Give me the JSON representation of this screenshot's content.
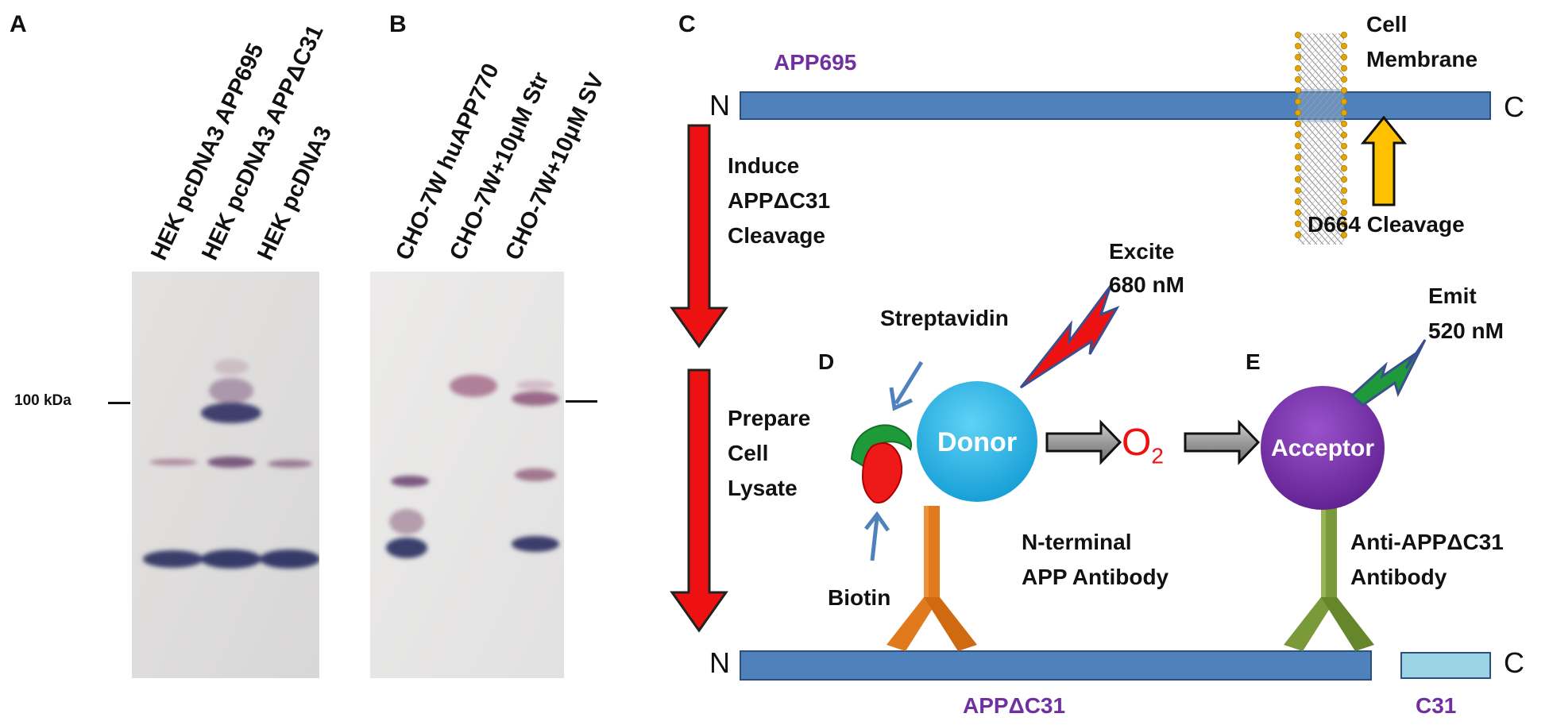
{
  "panels": {
    "a": "A",
    "b": "B",
    "c": "C",
    "d": "D",
    "e": "E"
  },
  "blot_a": {
    "lanes": [
      "HEK pcDNA3 APP695",
      "HEK pcDNA3 APPΔC31",
      "HEK pcDNA3"
    ],
    "marker": "100 kDa"
  },
  "blot_b": {
    "lanes": [
      "CHO-7W huAPP770",
      "CHO-7W+10μM Str",
      "CHO-7W+10μM SV"
    ]
  },
  "diagram": {
    "top_protein": "APP695",
    "n_terminus": "N",
    "c_terminus": "C",
    "membrane_label": [
      "Cell",
      "Membrane"
    ],
    "cleavage_label": "D664 Cleavage",
    "step1": [
      "Induce",
      "APPΔC31",
      "Cleavage"
    ],
    "step2": [
      "Prepare",
      "Cell",
      "Lysate"
    ],
    "streptavidin": "Streptavidin",
    "biotin": "Biotin",
    "excite": [
      "Excite",
      "680 nM"
    ],
    "emit": [
      "Emit",
      "520 nM"
    ],
    "donor": "Donor",
    "acceptor": "Acceptor",
    "oxygen": "O",
    "oxygen_sub": "2",
    "n_antibody": [
      "N-terminal",
      "APP Antibody"
    ],
    "anti_antibody": [
      "Anti-APPΔC31",
      "Antibody"
    ],
    "bottom_protein": "APPΔC31",
    "fragment": "C31"
  },
  "colors": {
    "protein_bar": "#4f81bd",
    "c31_bar": "#9bd4e4",
    "arrow_red": "#ee1111",
    "donor": "#22b0e8",
    "acceptor": "#7030a0",
    "antibody_orange": "#e07a1c",
    "antibody_green": "#7a9a3a",
    "label_purple": "#7030a0",
    "cleavage_arrow": "#ffc000"
  }
}
